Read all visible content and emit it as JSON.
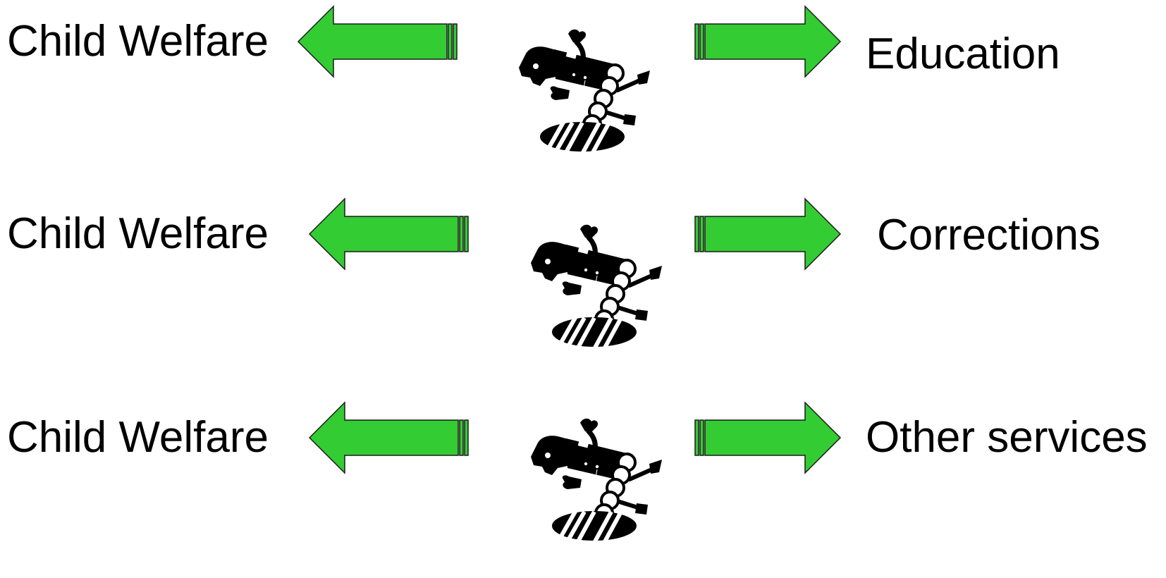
{
  "colors": {
    "arrow_fill": "#33cc33",
    "arrow_stroke": "#1a1a1a",
    "text": "#000000",
    "figure": "#000000"
  },
  "figure_icon": "jumping-person-icon",
  "rows": [
    {
      "left_label": "Child Welfare",
      "right_label": "Education"
    },
    {
      "left_label": "Child Welfare",
      "right_label": "Corrections"
    },
    {
      "left_label": "Child Welfare",
      "right_label": "Other services"
    }
  ]
}
